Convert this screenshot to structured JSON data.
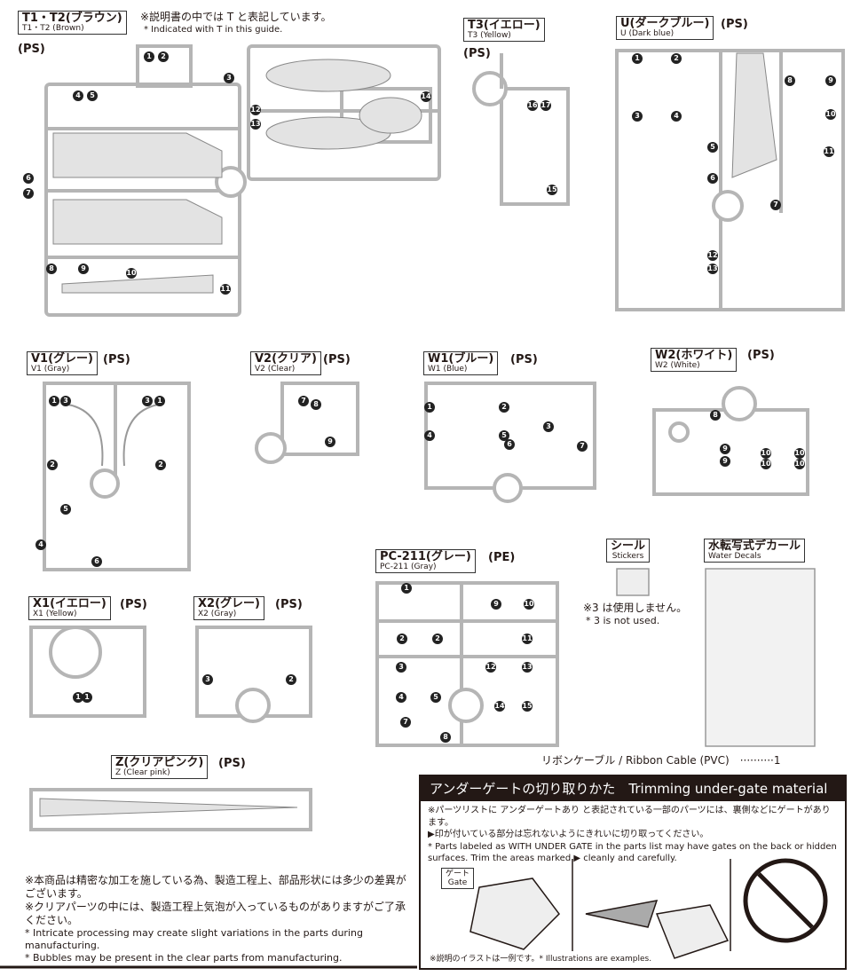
{
  "runners": {
    "t": {
      "jp": "T1・T2(ブラウン)",
      "en": "T1・T2 (Brown)",
      "mat": "(PS)",
      "note_jp": "※説明書の中では T と表記しています。",
      "note_en": "* Indicated with T in this guide.",
      "parts": [
        "1",
        "2",
        "3",
        "4",
        "5",
        "6",
        "7",
        "8",
        "9",
        "10",
        "11",
        "12",
        "13",
        "14"
      ]
    },
    "t3": {
      "jp": "T3(イエロー)",
      "en": "T3 (Yellow)",
      "mat": "(PS)",
      "parts": [
        "16",
        "17",
        "15"
      ]
    },
    "u": {
      "jp": "U(ダークブルー)",
      "en": "U (Dark blue)",
      "mat": "(PS)",
      "parts": [
        "1",
        "2",
        "3",
        "4",
        "8",
        "9",
        "10",
        "5",
        "11",
        "6",
        "7",
        "12",
        "13"
      ]
    },
    "v1": {
      "jp": "V1(グレー)",
      "en": "V1 (Gray)",
      "mat": "(PS)",
      "parts": [
        "1",
        "3",
        "3",
        "1",
        "2",
        "2",
        "5",
        "4",
        "6"
      ]
    },
    "v2": {
      "jp": "V2(クリア)",
      "en": "V2 (Clear)",
      "mat": "(PS)",
      "parts": [
        "7",
        "8",
        "9"
      ]
    },
    "w1": {
      "jp": "W1(ブルー)",
      "en": "W1 (Blue)",
      "mat": "(PS)",
      "parts": [
        "1",
        "2",
        "3",
        "4",
        "5",
        "6",
        "7"
      ]
    },
    "w2": {
      "jp": "W2(ホワイト)",
      "en": "W2 (White)",
      "mat": "(PS)",
      "parts": [
        "8",
        "9",
        "9",
        "10",
        "10",
        "10",
        "10"
      ]
    },
    "x1": {
      "jp": "X1(イエロー)",
      "en": "X1 (Yellow)",
      "mat": "(PS)",
      "parts": [
        "1",
        "1"
      ]
    },
    "x2": {
      "jp": "X2(グレー)",
      "en": "X2 (Gray)",
      "mat": "(PS)",
      "parts": [
        "3",
        "2"
      ]
    },
    "pc": {
      "jp": "PC-211(グレー)",
      "en": "PC-211 (Gray)",
      "mat": "(PE)",
      "parts": [
        "1",
        "9",
        "10",
        "2",
        "2",
        "11",
        "3",
        "12",
        "13",
        "4",
        "5",
        "14",
        "15",
        "7",
        "8"
      ]
    },
    "z": {
      "jp": "Z(クリアピンク)",
      "en": "Z (Clear pink)",
      "mat": "(PS)"
    }
  },
  "stickers": {
    "jp": "シール",
    "en": "Stickers",
    "note_jp": "※3 は使用しません。",
    "note_en": "* 3 is not used."
  },
  "decals": {
    "jp": "水転写式デカール",
    "en": "Water Decals"
  },
  "ribbon": "リボンケーブル / Ribbon Cable (PVC)　··········1",
  "trimming": {
    "title": "アンダーゲートの切り取りかた　Trimming under-gate material",
    "jp1": "※パーツリストに アンダーゲートあり と表記されている一部のパーツには、裏側などにゲートがあります。",
    "jp2": "▶印が付いている部分は忘れないようにきれいに切り取ってください。",
    "en": "* Parts labeled as WITH UNDER GATE in the parts list may have gates on the back or hidden surfaces. Trim the areas marked ▶ cleanly and carefully.",
    "gate_jp": "ゲート",
    "gate_en": "Gate",
    "footer": "※説明のイラストは一例です。* Illustrations are examples."
  },
  "notes": {
    "jp1": "※本商品は精密な加工を施している為、製造工程上、部品形状には多少の差異がございます。",
    "jp2": "※クリアパーツの中には、製造工程上気泡が入っているものがありますがご了承ください。",
    "en1": "* Intricate processing may create slight variations in the parts during manufacturing.",
    "en2": "* Bubbles may be present in the clear parts from manufacturing."
  },
  "colors": {
    "runner": "#b5b5b5",
    "ink": "#231815"
  }
}
